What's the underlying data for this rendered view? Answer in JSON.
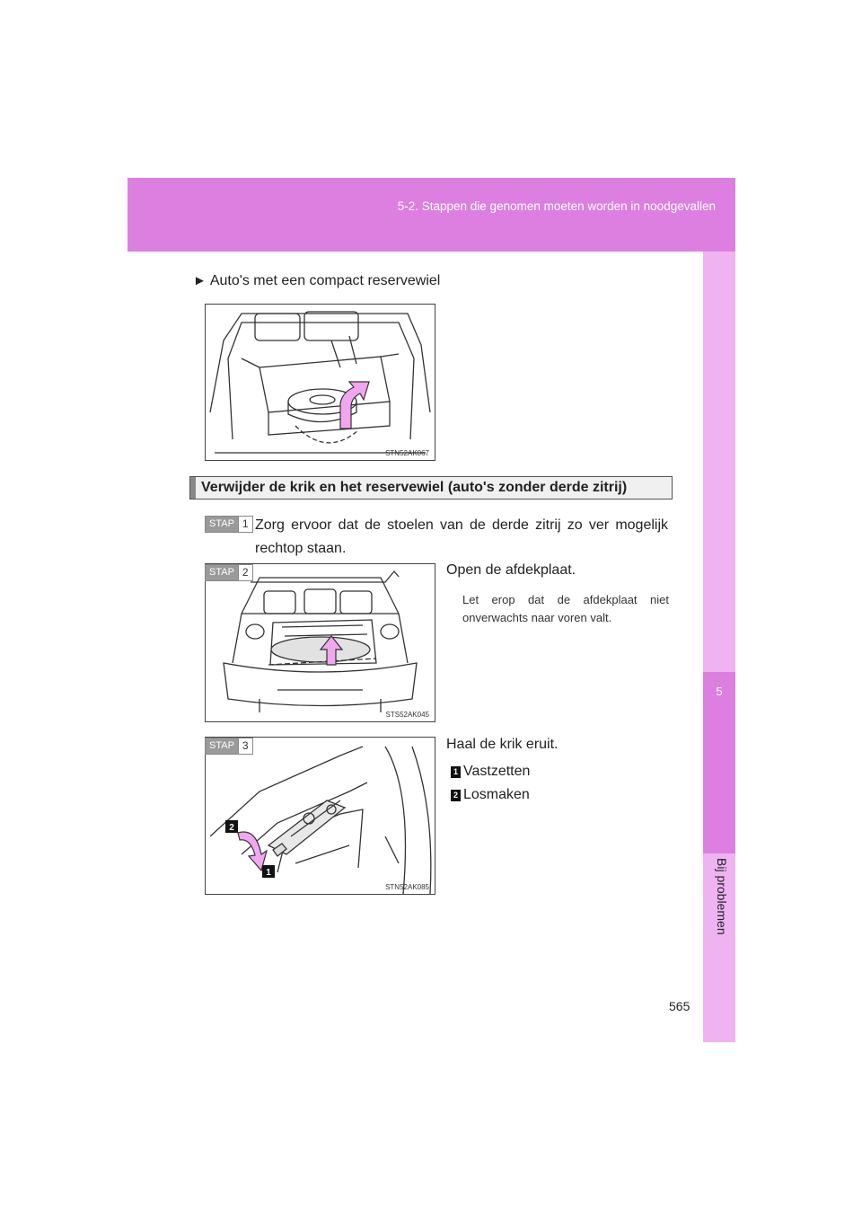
{
  "header": {
    "section": "5-2. Stappen die genomen moeten worden in noodgevallen"
  },
  "sidebar": {
    "chapter_number": "5",
    "chapter_title": "Bij problemen"
  },
  "subhead": {
    "marker": "►",
    "text": "Auto's met een compact reservewiel"
  },
  "figures": {
    "fig1_code": "STN52AK067",
    "fig2_code": "STS52AK045",
    "fig3_code": "STN52AK085",
    "fig3_callouts": [
      "1",
      "2"
    ]
  },
  "section": {
    "title": "Verwijder de krik en het reservewiel (auto's zonder derde zitrij)"
  },
  "steps": [
    {
      "word": "STAP",
      "number": "1",
      "text": "Zorg ervoor dat de stoelen van de derde zitrij zo ver mogelijk rechtop staan."
    },
    {
      "word": "STAP",
      "number": "2",
      "text": "Open de afdekplaat.",
      "note": "Let erop dat de afdekplaat niet onverwachts naar voren valt."
    },
    {
      "word": "STAP",
      "number": "3",
      "text": "Haal de krik eruit.",
      "items": [
        {
          "number": "1",
          "label": "Vastzetten"
        },
        {
          "number": "2",
          "label": "Losmaken"
        }
      ]
    }
  ],
  "page_number": "565",
  "colors": {
    "header": "#dc7fe0",
    "side_light": "#efb3f2",
    "arrow_fill": "#f2a6ef"
  }
}
